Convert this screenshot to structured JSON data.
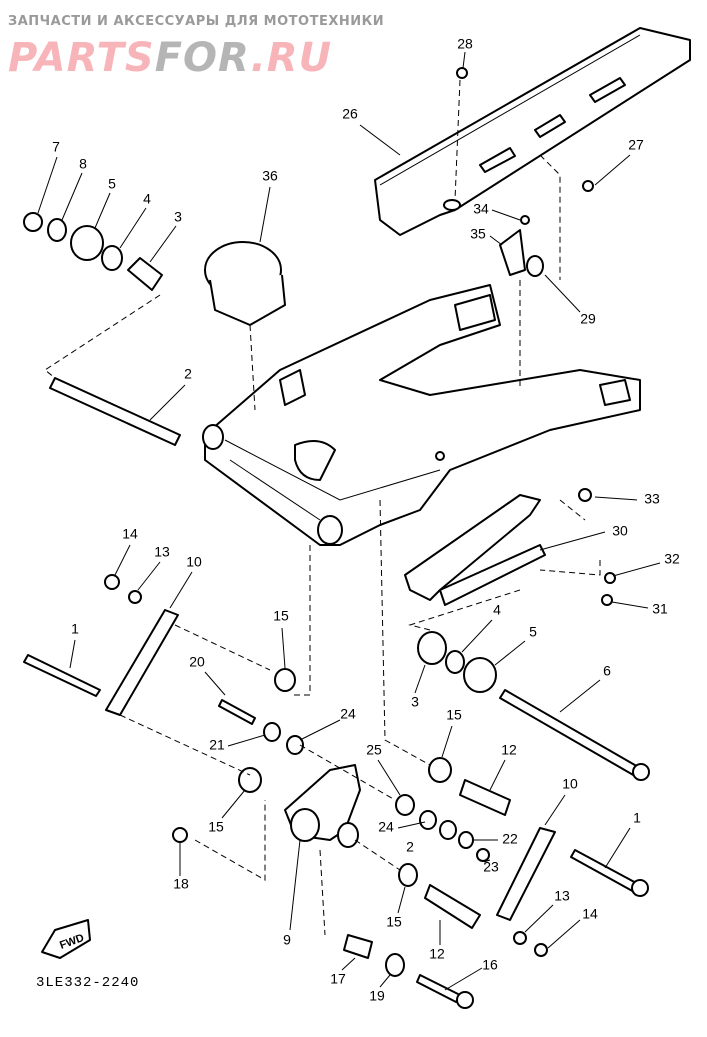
{
  "diagram": {
    "part_code": "3LE332-2240",
    "fwd_label": "FWD",
    "callouts": [
      "28",
      "26",
      "27",
      "7",
      "8",
      "5",
      "4",
      "3",
      "36",
      "34",
      "35",
      "29",
      "2",
      "33",
      "30",
      "14",
      "13",
      "10",
      "32",
      "31",
      "1",
      "15",
      "4",
      "5",
      "6",
      "20",
      "24",
      "3",
      "15",
      "21",
      "25",
      "12",
      "10",
      "1",
      "15",
      "24",
      "22",
      "2",
      "18",
      "23",
      "9",
      "15",
      "13",
      "14",
      "12",
      "16",
      "17",
      "19"
    ]
  },
  "watermark": {
    "tagline": "ЗАПЧАСТИ И АКСЕССУАРЫ ДЛЯ МОТОТЕХНИКИ",
    "brand_part1": "PARTS",
    "brand_part2": "FOR",
    "brand_part3": ".RU"
  }
}
